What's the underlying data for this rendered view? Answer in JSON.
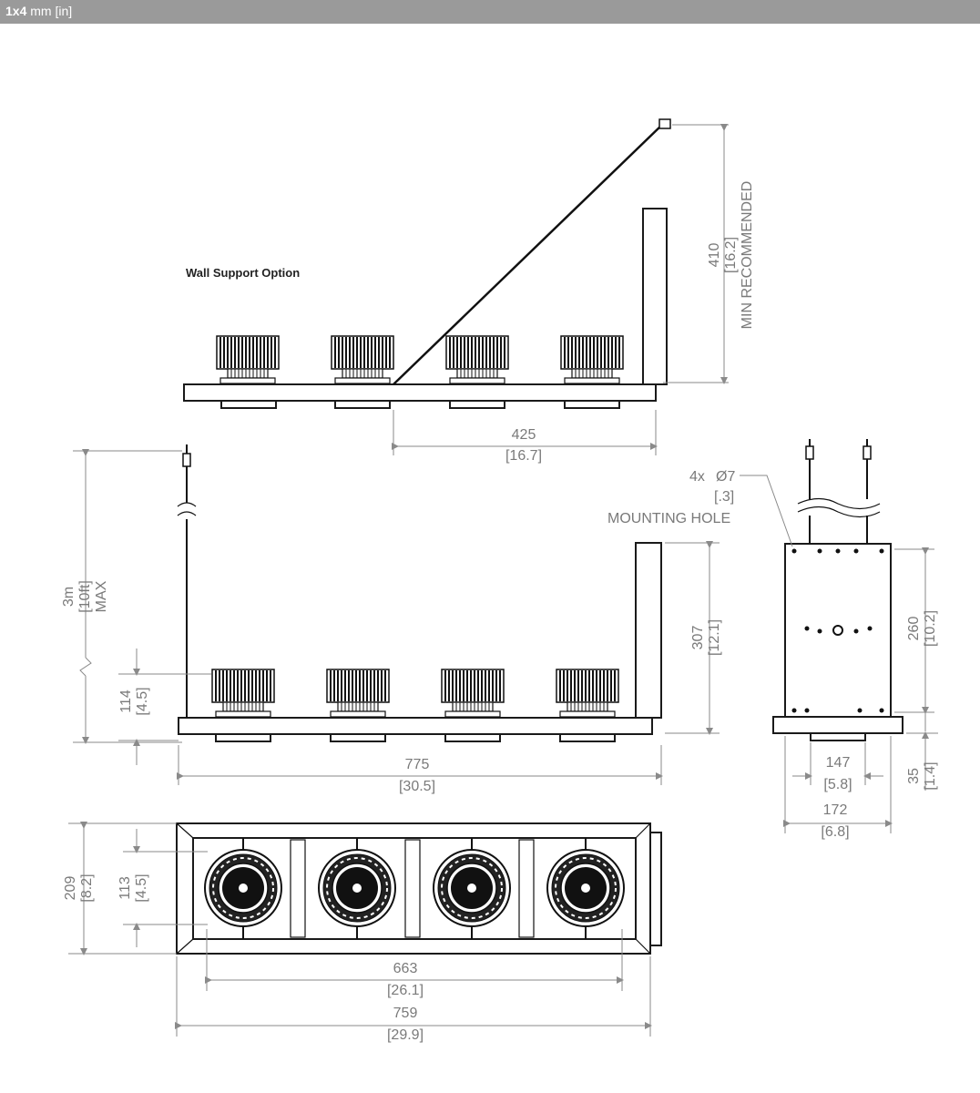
{
  "header": {
    "size": "1x4",
    "units": "mm [in]"
  },
  "wall_support_label": "Wall Support Option",
  "dimensions": {
    "min_rec_mm": "410",
    "min_rec_in": "[16.2]",
    "min_rec_text": "MIN RECOMMENDED",
    "d425_mm": "425",
    "d425_in": "[16.7]",
    "max_mm": "3m",
    "max_in": "[10ft]",
    "max_text": "MAX",
    "d114_mm": "114",
    "d114_in": "[4.5]",
    "d307_mm": "307",
    "d307_in": "[12.1]",
    "d775_mm": "775",
    "d775_in": "[30.5]",
    "hole_count": "4x",
    "hole_dia": "Ø7",
    "hole_in": "[.3]",
    "hole_text": "MOUNTING HOLE",
    "d260_mm": "260",
    "d260_in": "[10.2]",
    "d147_mm": "147",
    "d147_in": "[5.8]",
    "d35_mm": "35",
    "d35_in": "[1.4]",
    "d172_mm": "172",
    "d172_in": "[6.8]",
    "d209_mm": "209",
    "d209_in": "[8.2]",
    "d113_mm": "113",
    "d113_in": "[4.5]",
    "d663_mm": "663",
    "d663_in": "[26.1]",
    "d759_mm": "759",
    "d759_in": "[29.9]"
  }
}
